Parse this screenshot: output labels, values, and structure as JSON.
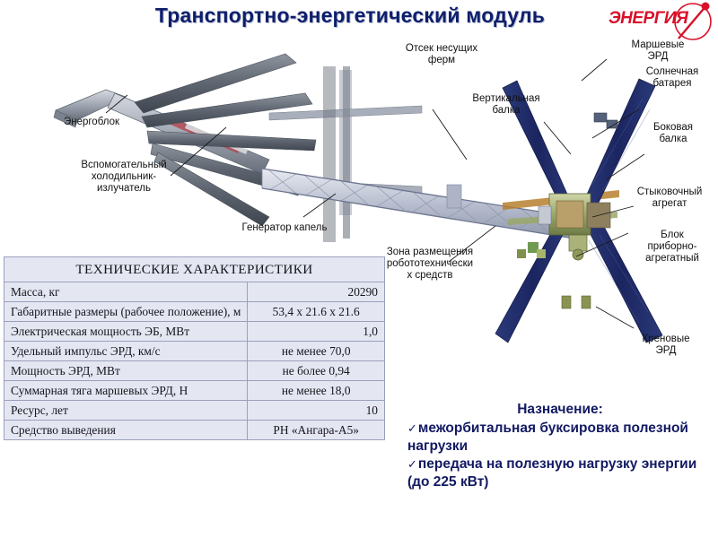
{
  "header": {
    "title": "Транспортно-энергетический  модуль",
    "logo_text": "ЭНЕРГИЯ"
  },
  "callouts": [
    {
      "id": "energoblok",
      "label": "Энергоблок"
    },
    {
      "id": "aux-radiator",
      "label": "Вспомогательный\nхолодильник-\nизлучатель"
    },
    {
      "id": "droplet-generator",
      "label": "Генератор капель"
    },
    {
      "id": "truss-bay",
      "label": "Отсек несущих\nферм"
    },
    {
      "id": "vertical-beam",
      "label": "Вертикальная\nбалка"
    },
    {
      "id": "robotics-zone",
      "label": "Зона размещения\nробототехнически\nх средств"
    },
    {
      "id": "main-erd",
      "label": "Маршевые\nЭРД"
    },
    {
      "id": "solar-array",
      "label": "Солнечная\nбатарея"
    },
    {
      "id": "side-beam",
      "label": "Боковая\nбалка"
    },
    {
      "id": "docking-unit",
      "label": "Стыковочный\nагрегат"
    },
    {
      "id": "instrument-block",
      "label": "Блок\nприборно-\nагрегатный"
    },
    {
      "id": "roll-erd",
      "label": "Креновые\nЭРД"
    }
  ],
  "spec_table": {
    "title": "ТЕХНИЧЕСКИЕ  ХАРАКТЕРИСТИКИ",
    "rows": [
      {
        "label": "Масса,  кг",
        "value": "20290",
        "align": "right"
      },
      {
        "label": "Габаритные  размеры (рабочее положение),  м",
        "value": "53,4 x 21.6 x 21.6",
        "align": "center"
      },
      {
        "label": "Электрическая  мощность ЭБ, МВт",
        "value": "1,0",
        "align": "right"
      },
      {
        "label": "Удельный импульс  ЭРД, км/с",
        "value": "не менее 70,0",
        "align": "center"
      },
      {
        "label": "Мощность ЭРД, МВт",
        "value": "не более 0,94",
        "align": "center"
      },
      {
        "label": "Суммарная  тяга маршевых  ЭРД, Н",
        "value": "не менее 18,0",
        "align": "center"
      },
      {
        "label": "Ресурс, лет",
        "value": "10",
        "align": "right"
      },
      {
        "label": "Средство выведения",
        "value": "РН «Ангара-А5»",
        "align": "center"
      }
    ]
  },
  "purpose": {
    "title": "Назначение:",
    "check_mark": "✓",
    "items": [
      "межорбитальная буксировка полезной  нагрузки",
      "передача на полезную нагрузку энергии  (до 225 кВт)"
    ]
  },
  "colors": {
    "title_blue": "#0d1f6b",
    "logo_red": "#d8112a",
    "table_fill": "#e4e7f2",
    "table_border": "#9aa0bb",
    "purpose_blue": "#131a63"
  }
}
